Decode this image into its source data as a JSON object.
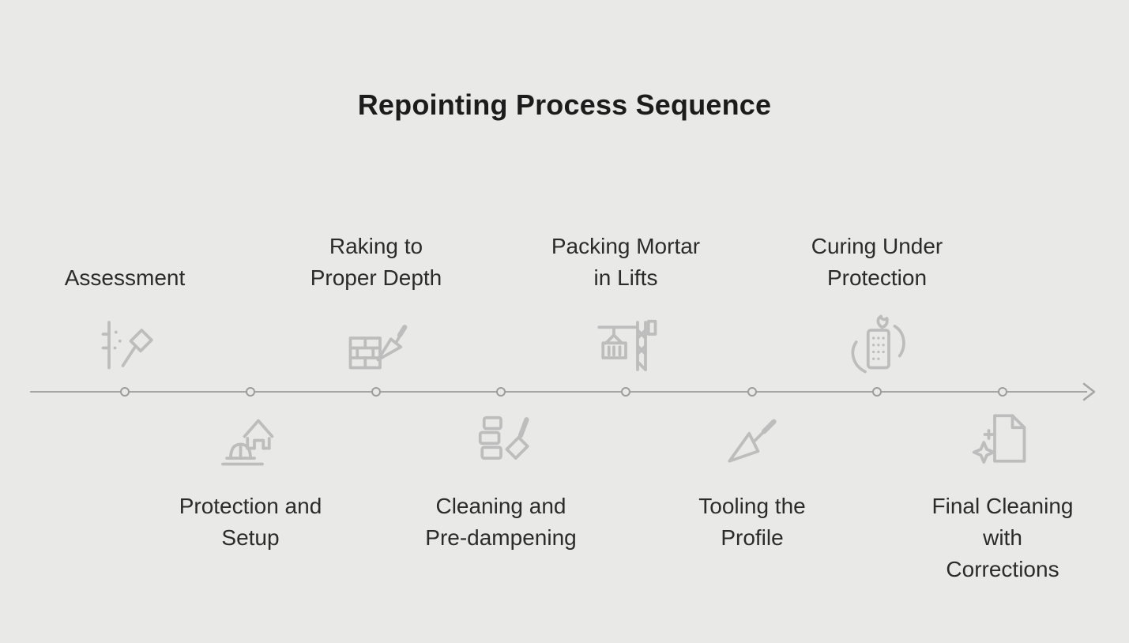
{
  "title": "Repointing Process Sequence",
  "colors": {
    "background": "#e9e9e7",
    "text": "#2b2b2b",
    "icon": "#bdbdbd",
    "timeline": "#a6a6a6"
  },
  "timeline": {
    "direction": "left-to-right",
    "step_count": 8
  },
  "steps": [
    {
      "label": "Assessment",
      "side": "above",
      "icon": "inspection-hammer-icon"
    },
    {
      "label": "Protection and\nSetup",
      "side": "below",
      "icon": "hardhat-house-icon"
    },
    {
      "label": "Raking to\nProper Depth",
      "side": "above",
      "icon": "brick-wall-trowel-icon"
    },
    {
      "label": "Cleaning and\nPre-dampening",
      "side": "below",
      "icon": "bricks-brush-icon"
    },
    {
      "label": "Packing Mortar\nin Lifts",
      "side": "above",
      "icon": "mortar-hoist-icon"
    },
    {
      "label": "Tooling the\nProfile",
      "side": "below",
      "icon": "pointing-trowel-icon"
    },
    {
      "label": "Curing Under\nProtection",
      "side": "above",
      "icon": "curing-building-icon"
    },
    {
      "label": "Final Cleaning\nwith\nCorrections",
      "side": "below",
      "icon": "sparkle-document-icon"
    }
  ]
}
